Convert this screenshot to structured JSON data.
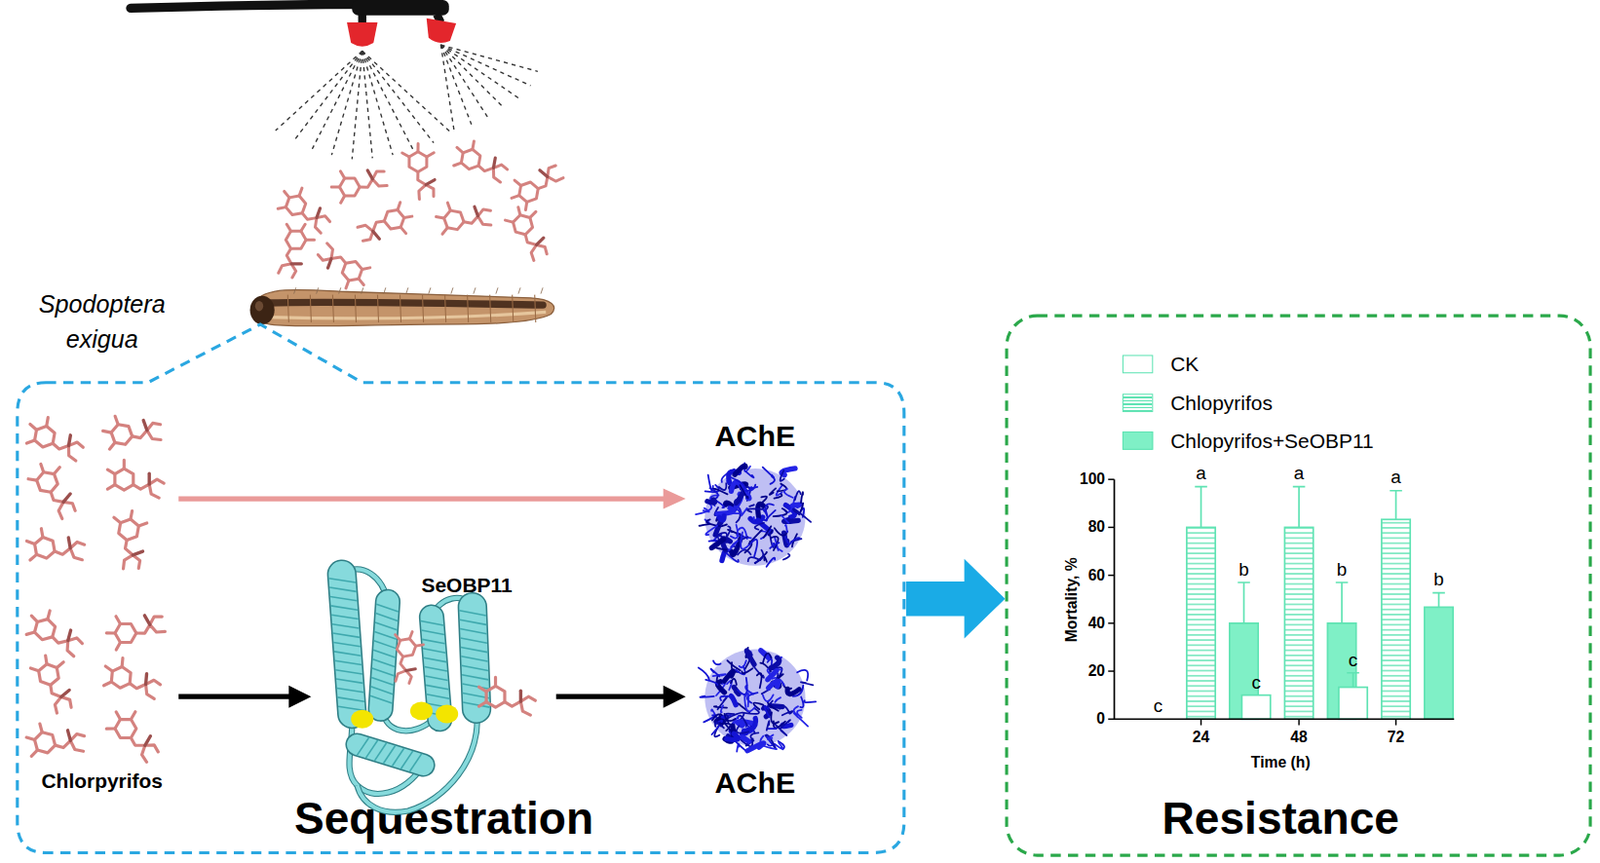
{
  "diagram": {
    "nodes": [
      {
        "text": [
          "Sequestration"
        ]
      },
      {
        "text": [
          "Chlorpyrifos"
        ],
        "in": 0
      },
      {
        "text": [
          "AChE"
        ],
        "in": 0
      },
      {
        "text": [
          "SeOBP11"
        ],
        "in": 0
      },
      {
        "text": [
          "AChE"
        ],
        "in": 0
      },
      {
        "text": [
          "Resistance"
        ]
      }
    ],
    "edges": [
      {
        "from": 1,
        "to": 2,
        "arrow": "to"
      },
      {
        "from": 1,
        "to": 3,
        "arrow": "to"
      },
      {
        "from": 3,
        "to": 4,
        "arrow": "to"
      },
      {
        "from": 0,
        "to": 5,
        "arrow": "to"
      }
    ],
    "labels": [
      "Spodoptera exigua",
      "100",
      "80",
      "60",
      "40",
      "20",
      "0",
      "Mortality, %",
      "24",
      "48",
      "72",
      "Time (h)",
      "c",
      "a",
      "b",
      "c",
      "a",
      "b",
      "c",
      "a",
      "b"
    ],
    "legend": [
      {
        "text": "CK"
      },
      {
        "text": "Chlopyrifos"
      },
      {
        "text": "Chlopyrifos+SeOBP11",
        "color": "#7ff0c6"
      }
    ]
  }
}
